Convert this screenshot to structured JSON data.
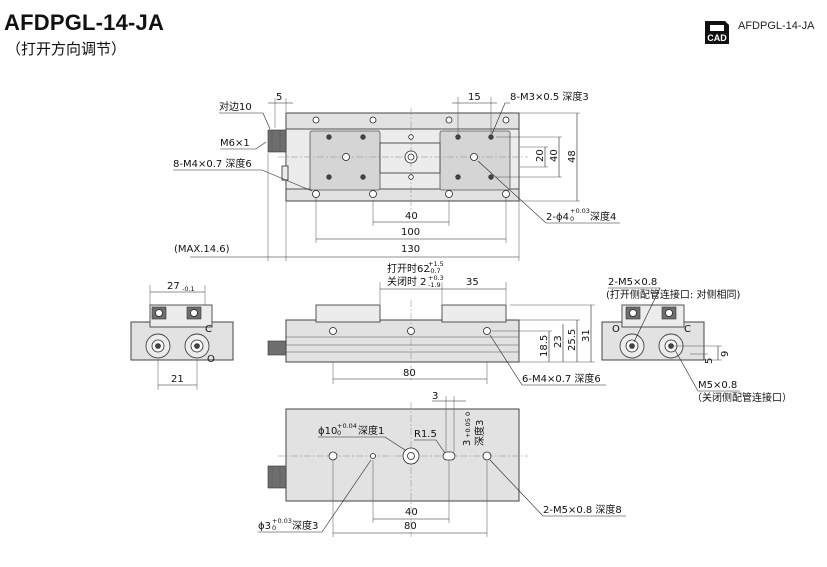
{
  "header": {
    "title": "AFDPGL-14-JA",
    "subtitle": "（打开方向调节）"
  },
  "cad": {
    "logo_text": "CAD",
    "label": "AFDPGL-14-JA"
  },
  "top_view": {
    "labels": {
      "across_flats": "对边10",
      "dim_5": "5",
      "dim_15": "15",
      "m3": "8-M3×0.5 深度3",
      "m6": "M6×1",
      "m4": "8-M4×0.7 深度6",
      "dim_20": "20",
      "dim_40v": "40",
      "dim_48": "48",
      "dim_40": "40",
      "dim_100": "100",
      "dim_130": "130",
      "max": "(MAX.14.6)",
      "phi4_pre": "2-ϕ4",
      "phi4_tol_up": "+0.03",
      "phi4_tol_dn": "0",
      "phi4_post": "深度4"
    }
  },
  "side_left": {
    "dim_27": "27",
    "dim_27_tol_dn": "-0.1",
    "dim_21": "21",
    "mark_c": "C",
    "mark_o": "O"
  },
  "front_view": {
    "open_pre": "打开时62",
    "open_tol_up": "+1.5",
    "open_tol_dn": "-0.7",
    "closed_pre": "关闭时  2",
    "closed_tol_up": "+0.3",
    "closed_tol_dn": "-1.9",
    "dim_35": "35",
    "dim_18_5": "18.5",
    "dim_23": "23",
    "dim_25_5": "25.5",
    "dim_31": "31",
    "dim_80": "80",
    "m4": "6-M4×0.7 深度6"
  },
  "side_right": {
    "m5_top": "2-M5×0.8",
    "m5_top_note": "(打开侧配管连接口: 对侧相同)",
    "mark_o": "O",
    "mark_c": "C",
    "dim_5": "5",
    "dim_9": "9",
    "m5_bottom": "M5×0.8",
    "m5_bottom_note": "（关闭侧配管连接口）"
  },
  "bottom_view": {
    "dim_3": "3",
    "phi10_pre": "ϕ10",
    "phi10_tol_up": "+0.04",
    "phi10_tol_dn": "0",
    "phi10_post": "深度1",
    "r15": "R1.5",
    "three_rot": "3",
    "three_tol": "+0.05 0",
    "depth3": "深度3",
    "dim_40": "40",
    "dim_80": "80",
    "m5": "2-M5×0.8 深度8",
    "phi3_pre": "ϕ3",
    "phi3_tol_up": "+0.03",
    "phi3_tol_dn": "0",
    "phi3_post": "深度3"
  }
}
